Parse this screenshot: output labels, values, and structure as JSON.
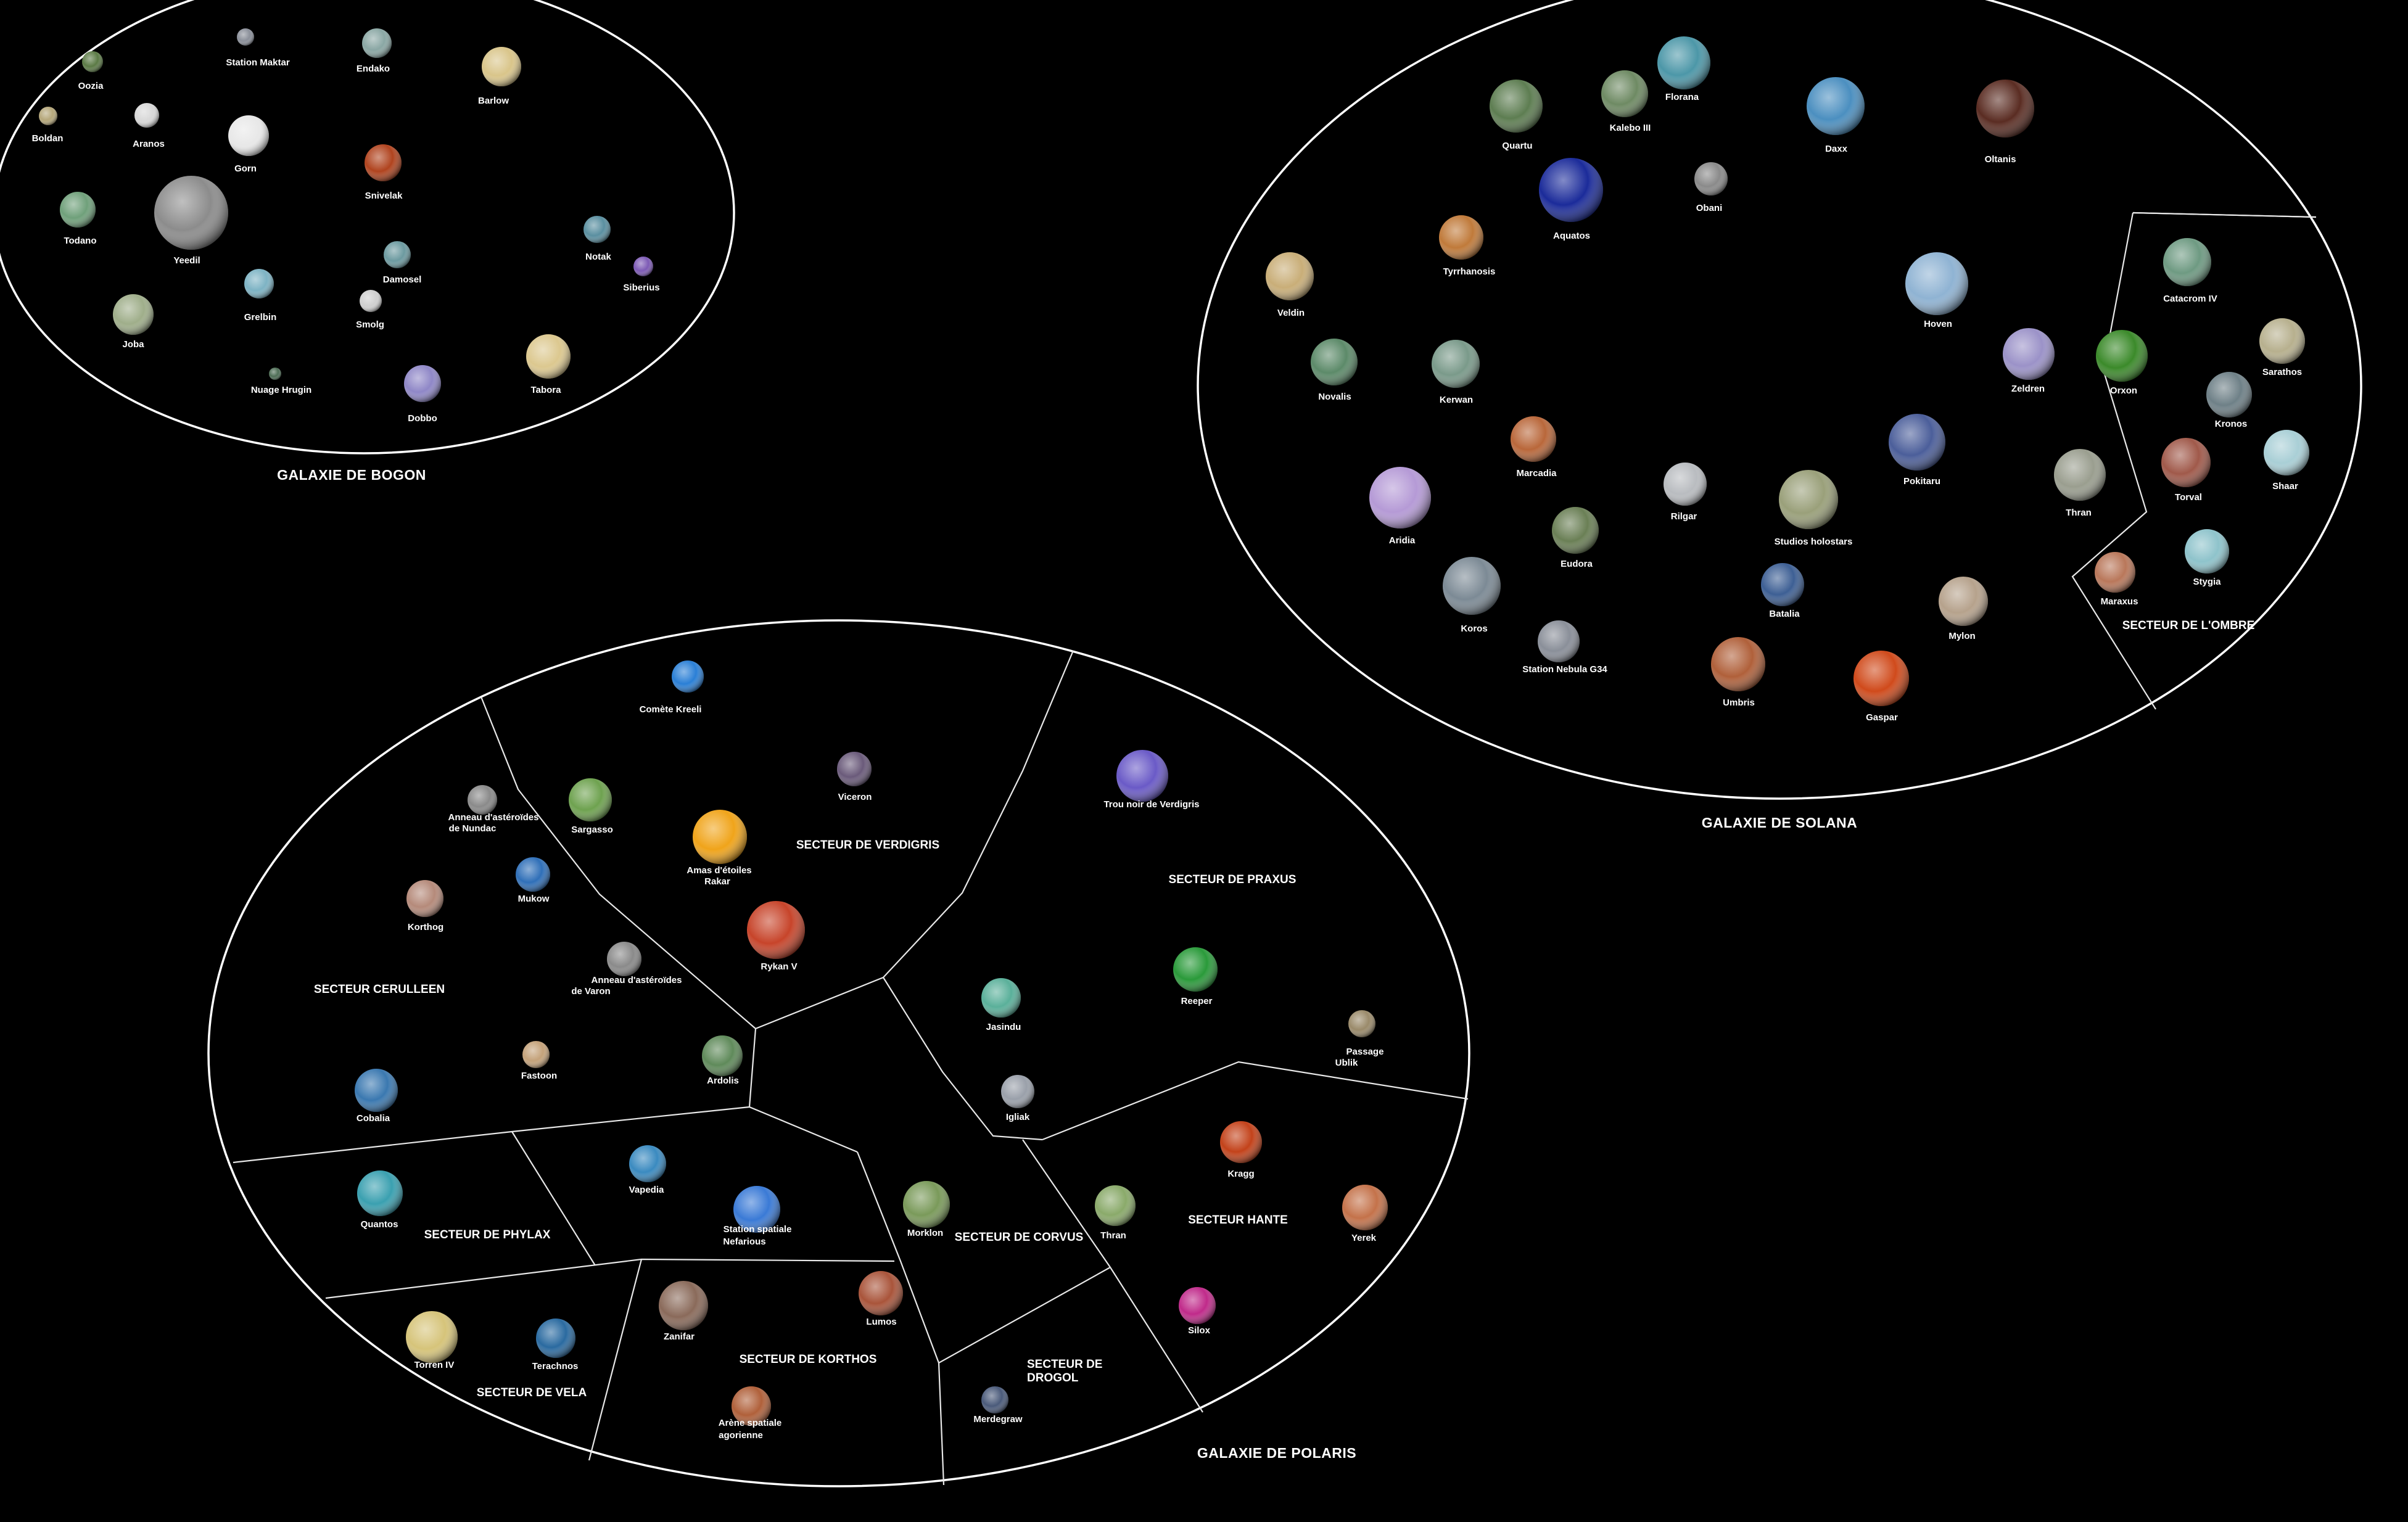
{
  "galaxies": {
    "bogon": {
      "title": "GALAXIE DE BOGON",
      "bodies": [
        {
          "key": "oozia",
          "label": "Oozia",
          "color": "#5b7a45"
        },
        {
          "key": "station_maktar",
          "label": "Station Maktar",
          "color": "#8a8f99"
        },
        {
          "key": "endako",
          "label": "Endako",
          "color": "#8aa7a4"
        },
        {
          "key": "barlow",
          "label": "Barlow",
          "color": "#d9c58a"
        },
        {
          "key": "boldan",
          "label": "Boldan",
          "color": "#b5a77a"
        },
        {
          "key": "aranos",
          "label": "Aranos",
          "color": "#d8d8d8"
        },
        {
          "key": "gorn",
          "label": "Gorn",
          "color": "#e8e8e8"
        },
        {
          "key": "snivelak",
          "label": "Snivelak",
          "color": "#b0431e"
        },
        {
          "key": "todano",
          "label": "Todano",
          "color": "#6fa07a"
        },
        {
          "key": "yeedil",
          "label": "Yeedil",
          "color": "#8c8c8c"
        },
        {
          "key": "damosel",
          "label": "Damosel",
          "color": "#6c9aa0"
        },
        {
          "key": "notak",
          "label": "Notak",
          "color": "#5a8fa0"
        },
        {
          "key": "siberius",
          "label": "Siberius",
          "color": "#7d5ab5"
        },
        {
          "key": "grelbin",
          "label": "Grelbin",
          "color": "#7db3c4"
        },
        {
          "key": "smolg",
          "label": "Smolg",
          "color": "#d0d0d0"
        },
        {
          "key": "joba",
          "label": "Joba",
          "color": "#9fae8a"
        },
        {
          "key": "nuage_hrugin",
          "label": "Nuage Hrugin",
          "color": "#4d6d55"
        },
        {
          "key": "dobbo",
          "label": "Dobbo",
          "color": "#8f87c7"
        },
        {
          "key": "tabora",
          "label": "Tabora",
          "color": "#dcc88f"
        }
      ]
    },
    "solana": {
      "title": "GALAXIE DE SOLANA",
      "sectors": [
        {
          "key": "ombre",
          "label": "SECTEUR DE L'OMBRE"
        }
      ],
      "bodies": [
        {
          "key": "florana",
          "label": "Florana",
          "color": "#4c97a8"
        },
        {
          "key": "kalebo_iii",
          "label": "Kalebo III",
          "color": "#6e8a63"
        },
        {
          "key": "quartu",
          "label": "Quartu",
          "color": "#5d7d51"
        },
        {
          "key": "daxx",
          "label": "Daxx",
          "color": "#4b8fc0"
        },
        {
          "key": "oltanis",
          "label": "Oltanis",
          "color": "#5a2c22"
        },
        {
          "key": "obani",
          "label": "Obani",
          "color": "#8a8a8a"
        },
        {
          "key": "aquatos",
          "label": "Aquatos",
          "color": "#1b2b9a"
        },
        {
          "key": "tyrrhanosis",
          "label": "Tyrrhanosis",
          "color": "#c07a3a"
        },
        {
          "key": "veldin",
          "label": "Veldin",
          "color": "#c9ae78"
        },
        {
          "key": "hoven",
          "label": "Hoven",
          "color": "#8fb3d3"
        },
        {
          "key": "zeldren",
          "label": "Zeldren",
          "color": "#9b92c8"
        },
        {
          "key": "novalis",
          "label": "Novalis",
          "color": "#5c8a69"
        },
        {
          "key": "kerwan",
          "label": "Kerwan",
          "color": "#7a9a8a"
        },
        {
          "key": "marcadia",
          "label": "Marcadia",
          "color": "#b9673a"
        },
        {
          "key": "rilgar",
          "label": "Rilgar",
          "color": "#b9bcc0"
        },
        {
          "key": "studios_holostars",
          "label": "Studios holostars",
          "color": "#9aa07a"
        },
        {
          "key": "pokitaru",
          "label": "Pokitaru",
          "color": "#4b5e9a"
        },
        {
          "key": "thran",
          "label": "Thran",
          "color": "#9a9e8f"
        },
        {
          "key": "aridia",
          "label": "Aridia",
          "color": "#b59ad6"
        },
        {
          "key": "eudora",
          "label": "Eudora",
          "color": "#6a7f55"
        },
        {
          "key": "koros",
          "label": "Koros",
          "color": "#7c8a95"
        },
        {
          "key": "batalia",
          "label": "Batalia",
          "color": "#3d5f94"
        },
        {
          "key": "mylon",
          "label": "Mylon",
          "color": "#b6a28c"
        },
        {
          "key": "station_nebula_g34",
          "label": "Station Nebula G34",
          "color": "#8a8f99"
        },
        {
          "key": "umbris",
          "label": "Umbris",
          "color": "#b0603a"
        },
        {
          "key": "gaspar",
          "label": "Gaspar",
          "color": "#d04a1b"
        },
        {
          "key": "catacrom_iv",
          "label": "Catacrom IV",
          "color": "#6e9a82"
        },
        {
          "key": "sarathos",
          "label": "Sarathos",
          "color": "#b7b08e"
        },
        {
          "key": "orxon",
          "label": "Orxon",
          "color": "#3b8a2a"
        },
        {
          "key": "kronos",
          "label": "Kronos",
          "color": "#6e8087"
        },
        {
          "key": "torval",
          "label": "Torval",
          "color": "#a0594a"
        },
        {
          "key": "shaar",
          "label": "Shaar",
          "color": "#a9cfd6"
        },
        {
          "key": "maraxus",
          "label": "Maraxus",
          "color": "#b9775a"
        },
        {
          "key": "stygia",
          "label": "Stygia",
          "color": "#8ec3cb"
        }
      ]
    },
    "polaris": {
      "title": "GALAXIE DE POLARIS",
      "sectors": [
        {
          "key": "verdigris",
          "label": "SECTEUR DE VERDIGRIS"
        },
        {
          "key": "praxus",
          "label": "SECTEUR DE PRAXUS"
        },
        {
          "key": "cerulleen",
          "label": "SECTEUR CERULLEEN"
        },
        {
          "key": "phylax",
          "label": "SECTEUR DE PHYLAX"
        },
        {
          "key": "corvus",
          "label": "SECTEUR DE CORVUS"
        },
        {
          "key": "hante",
          "label": "SECTEUR HANTE"
        },
        {
          "key": "korthos",
          "label": "SECTEUR DE KORTHOS"
        },
        {
          "key": "drogol_1",
          "label": "SECTEUR DE"
        },
        {
          "key": "drogol_2",
          "label": "DROGOL"
        },
        {
          "key": "vela",
          "label": "SECTEUR DE VELA"
        }
      ],
      "bodies": [
        {
          "key": "comete_kreeli",
          "label": "Comète Kreeli",
          "color": "#2a7fd6"
        },
        {
          "key": "viceron",
          "label": "Viceron",
          "color": "#6a5a7a"
        },
        {
          "key": "anneau_nundac_1",
          "label": "Anneau d'astéroïdes",
          "color": "#8a8a8a"
        },
        {
          "key": "anneau_nundac_2",
          "label": "de Nundac",
          "color": "#8a8a8a"
        },
        {
          "key": "sargasso",
          "label": "Sargasso",
          "color": "#6ea24f"
        },
        {
          "key": "amas_rakar_1",
          "label": "Amas d'étoiles",
          "color": "#f0a41a"
        },
        {
          "key": "amas_rakar_2",
          "label": "Rakar",
          "color": "#f0a41a"
        },
        {
          "key": "trou_noir",
          "label": "Trou noir de Verdigris",
          "color": "#6a5ac7"
        },
        {
          "key": "mukow",
          "label": "Mukow",
          "color": "#2f6fb8"
        },
        {
          "key": "korthog",
          "label": "Korthog",
          "color": "#b58a7a"
        },
        {
          "key": "rykan_v",
          "label": "Rykan V",
          "color": "#c7442a"
        },
        {
          "key": "anneau_varon_1",
          "label": "Anneau d'astéroïdes",
          "color": "#8a8a8a"
        },
        {
          "key": "anneau_varon_2",
          "label": "de Varon",
          "color": "#8a8a8a"
        },
        {
          "key": "reeper",
          "label": "Reeper",
          "color": "#2a9a3a"
        },
        {
          "key": "jasindu",
          "label": "Jasindu",
          "color": "#5ab09a"
        },
        {
          "key": "passage_1",
          "label": "Passage",
          "color": "#9a8a6a"
        },
        {
          "key": "passage_2",
          "label": "Ublik",
          "color": "#9a8a6a"
        },
        {
          "key": "fastoon",
          "label": "Fastoon",
          "color": "#c4a27a"
        },
        {
          "key": "ardolis",
          "label": "Ardolis",
          "color": "#5f8a5a"
        },
        {
          "key": "cobalia",
          "label": "Cobalia",
          "color": "#3a78b0"
        },
        {
          "key": "igliak",
          "label": "Igliak",
          "color": "#9aa0aa"
        },
        {
          "key": "kragg",
          "label": "Kragg",
          "color": "#c3421a"
        },
        {
          "key": "vapedia",
          "label": "Vapedia",
          "color": "#3a8ac0"
        },
        {
          "key": "quantos",
          "label": "Quantos",
          "color": "#3aa0b0"
        },
        {
          "key": "station_nefarious_1",
          "label": "Station spatiale",
          "color": "#3a7ad6"
        },
        {
          "key": "station_nefarious_2",
          "label": "Nefarious",
          "color": "#3a7ad6"
        },
        {
          "key": "morklon",
          "label": "Morklon",
          "color": "#7a9a5a"
        },
        {
          "key": "thran_p",
          "label": "Thran",
          "color": "#8aaa6a"
        },
        {
          "key": "yerek",
          "label": "Yerek",
          "color": "#c4724a"
        },
        {
          "key": "lumos",
          "label": "Lumos",
          "color": "#a9543a"
        },
        {
          "key": "zanifar",
          "label": "Zanifar",
          "color": "#8a6a5a"
        },
        {
          "key": "silox",
          "label": "Silox",
          "color": "#c02a8a"
        },
        {
          "key": "torren_iv",
          "label": "Torren IV",
          "color": "#d6c47a"
        },
        {
          "key": "terachnos",
          "label": "Terachnos",
          "color": "#2a6aa0"
        },
        {
          "key": "merdegraw",
          "label": "Merdegraw",
          "color": "#4a5a7a"
        },
        {
          "key": "arene_1",
          "label": "Arène spatiale",
          "color": "#b0603a"
        },
        {
          "key": "arene_2",
          "label": "agorienne",
          "color": "#b0603a"
        }
      ]
    }
  }
}
